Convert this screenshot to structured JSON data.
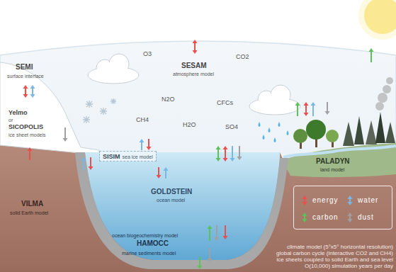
{
  "diagram": {
    "nodes": [
      {
        "text": [
          "SISIM",
          "sea ice model"
        ]
      }
    ],
    "labels": [
      "SEMI",
      "surface interface",
      "Yelmo",
      "or",
      "SICOPOLIS",
      "ice sheet models",
      "O3",
      "SESAM",
      "atmosphere model",
      "CO2",
      "N2O",
      "CFCs",
      "CH4",
      "H2O",
      "SO4",
      "GOLDSTEIN",
      "ocean model",
      "PALADYN",
      "land model",
      "VILMA",
      "solid Earth model",
      "ocean biogeochemistry model",
      "HAMOCC",
      "marine sediments model",
      "climate model (5°x5° horizontal resolution)",
      "global carbon cycle (interactive CO2 and CH4)",
      "ice sheets coupled to solid Earth and sea level",
      "O(10,000) simulation years per day"
    ],
    "legend": [
      {
        "text": "energy"
      },
      {
        "text": "water"
      },
      {
        "text": "carbon"
      },
      {
        "text": "dust"
      }
    ]
  }
}
